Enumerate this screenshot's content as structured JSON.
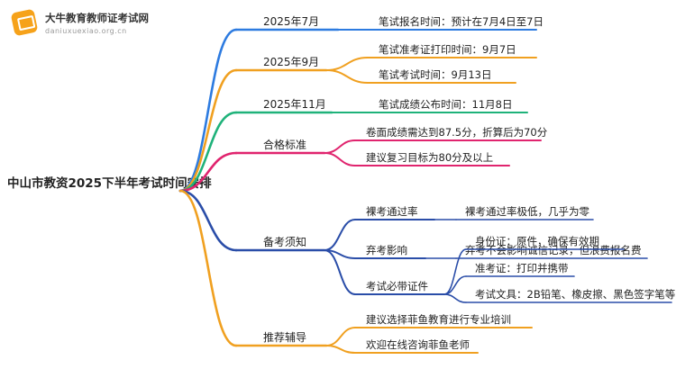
{
  "logo": {
    "name": "大牛教育教师证考试网",
    "domain": "daniuxuexiao.org.cn"
  },
  "root": "中山市教资2025下半年考试时间安排",
  "colors": {
    "blue": "#2d7be0",
    "orange": "#f0a020",
    "green": "#1fb27a",
    "red": "#e0246e",
    "gold": "#f0a020",
    "navy": "#2a4da8"
  },
  "branches": [
    {
      "label": "2025年7月",
      "color": "blue",
      "children": [
        {
          "label": "笔试报名时间：预计在7月4日至7日",
          "color": "blue"
        }
      ]
    },
    {
      "label": "2025年9月",
      "color": "orange",
      "children": [
        {
          "label": "笔试准考证打印时间：9月7日",
          "color": "orange"
        },
        {
          "label": "笔试考试时间：9月13日",
          "color": "orange"
        }
      ]
    },
    {
      "label": "2025年11月",
      "color": "green",
      "children": [
        {
          "label": "笔试成绩公布时间：11月8日",
          "color": "green"
        }
      ]
    },
    {
      "label": "合格标准",
      "color": "red",
      "children": [
        {
          "label": "卷面成绩需达到87.5分，折算后为70分",
          "color": "red"
        },
        {
          "label": "建议复习目标为80分及以上",
          "color": "red"
        }
      ]
    },
    {
      "label": "备考须知",
      "color": "navy",
      "children": [
        {
          "label": "裸考通过率",
          "color": "navy",
          "children": [
            {
              "label": "裸考通过率极低，几乎为零",
              "color": "navy"
            }
          ]
        },
        {
          "label": "弃考影响",
          "color": "navy",
          "children": [
            {
              "label": "弃考不会影响诚信记录，但浪费报名费",
              "color": "navy"
            }
          ]
        },
        {
          "label": "考试必带证件",
          "color": "navy",
          "children": [
            {
              "label": "身份证：原件，确保有效期",
              "color": "navy"
            },
            {
              "label": "准考证：打印并携带",
              "color": "navy"
            },
            {
              "label": "考试文具：2B铅笔、橡皮擦、黑色签字笔等",
              "color": "navy"
            }
          ]
        }
      ]
    },
    {
      "label": "推荐辅导",
      "color": "gold",
      "children": [
        {
          "label": "建议选择菲鱼教育进行专业培训",
          "color": "gold"
        },
        {
          "label": "欢迎在线咨询菲鱼老师",
          "color": "gold"
        }
      ]
    }
  ]
}
